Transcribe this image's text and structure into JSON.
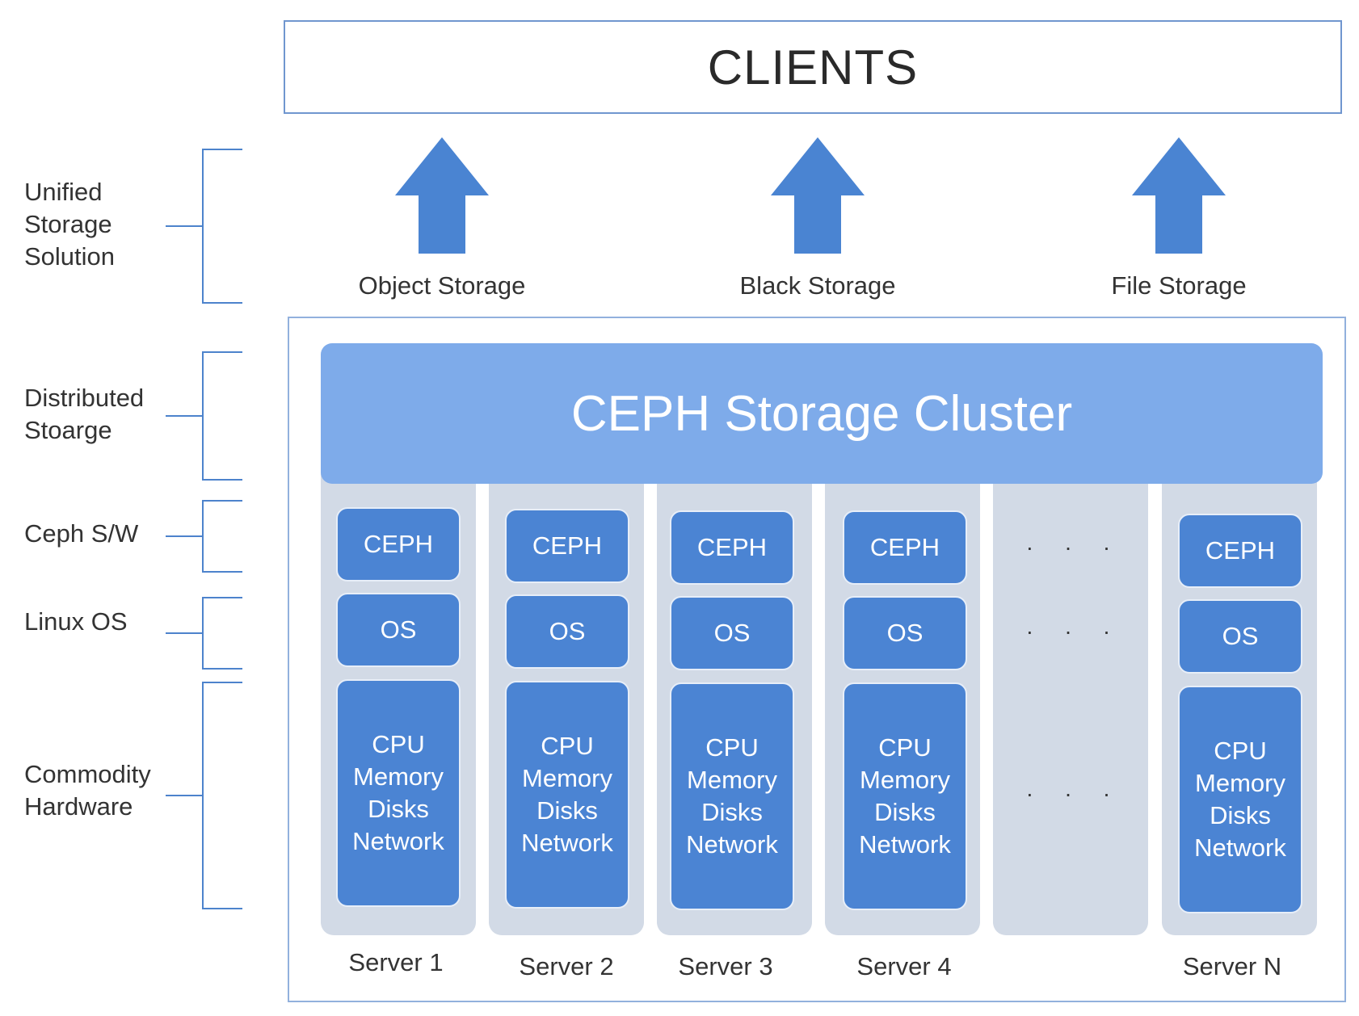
{
  "clients": {
    "label": "CLIENTS"
  },
  "layers": [
    {
      "lines": [
        "Unified",
        "Storage",
        "Solution"
      ]
    },
    {
      "lines": [
        "Distributed",
        "Stoarge"
      ]
    },
    {
      "lines": [
        "Ceph S/W"
      ]
    },
    {
      "lines": [
        "Linux OS"
      ]
    },
    {
      "lines": [
        "Commodity",
        "Hardware"
      ]
    }
  ],
  "storage_types": [
    {
      "label": "Object Storage"
    },
    {
      "label": "Black Storage"
    },
    {
      "label": "File Storage"
    }
  ],
  "cluster": {
    "label": "CEPH Storage Cluster"
  },
  "servers": [
    {
      "name": "Server 1",
      "software": "CEPH",
      "os": "OS",
      "hardware": [
        "CPU",
        "Memory",
        "Disks",
        "Network"
      ]
    },
    {
      "name": "Server 2",
      "software": "CEPH",
      "os": "OS",
      "hardware": [
        "CPU",
        "Memory",
        "Disks",
        "Network"
      ]
    },
    {
      "name": "Server 3",
      "software": "CEPH",
      "os": "OS",
      "hardware": [
        "CPU",
        "Memory",
        "Disks",
        "Network"
      ]
    },
    {
      "name": "Server 4",
      "software": "CEPH",
      "os": "OS",
      "hardware": [
        "CPU",
        "Memory",
        "Disks",
        "Network"
      ]
    },
    {
      "name": "Server N",
      "software": "CEPH",
      "os": "OS",
      "hardware": [
        "CPU",
        "Memory",
        "Disks",
        "Network"
      ]
    }
  ],
  "ellipsis": ". . .",
  "colors": {
    "arrow": "#4a84d2",
    "cluster": "#7eabea",
    "block": "#4b84d3",
    "column": "#d2dae6",
    "bracket": "#4d83cc"
  }
}
